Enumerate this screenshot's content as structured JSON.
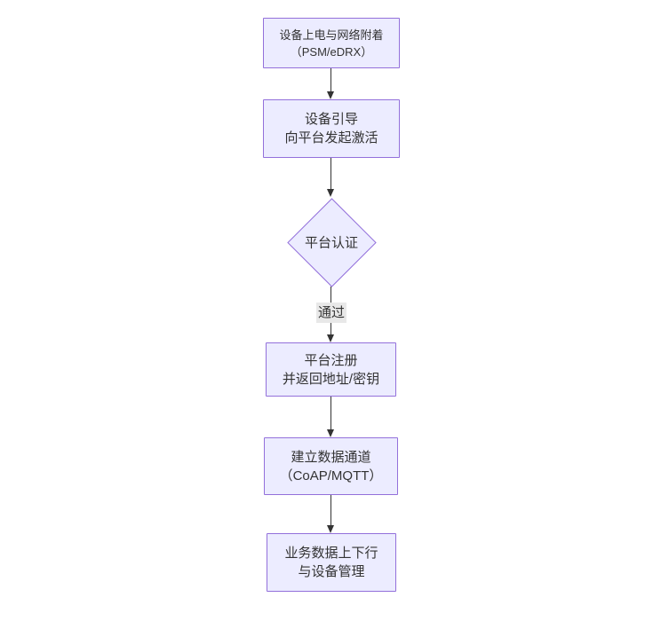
{
  "diagram": {
    "type": "flowchart",
    "direction": "top-down",
    "colors": {
      "background": "#ffffff",
      "node_fill": "#ECECFF",
      "node_border": "#9370DB",
      "arrow": "#333333",
      "text": "#333333",
      "edge_label_bg": "#e8e8e8"
    },
    "nodes": [
      {
        "id": "n1",
        "shape": "rect",
        "lines": [
          "设备上电与网络附着",
          "（PSM/eDRX）"
        ]
      },
      {
        "id": "n2",
        "shape": "rect",
        "lines": [
          "设备引导",
          "向平台发起激活"
        ]
      },
      {
        "id": "n3",
        "shape": "diamond",
        "lines": [
          "平台认证"
        ]
      },
      {
        "id": "n4",
        "shape": "rect",
        "lines": [
          "平台注册",
          "并返回地址/密钥"
        ]
      },
      {
        "id": "n5",
        "shape": "rect",
        "lines": [
          "建立数据通道",
          "（CoAP/MQTT）"
        ]
      },
      {
        "id": "n6",
        "shape": "rect",
        "lines": [
          "业务数据上下行",
          "与设备管理"
        ]
      }
    ],
    "edges": [
      {
        "from": "n1",
        "to": "n2",
        "label": ""
      },
      {
        "from": "n2",
        "to": "n3",
        "label": ""
      },
      {
        "from": "n3",
        "to": "n4",
        "label": "通过"
      },
      {
        "from": "n4",
        "to": "n5",
        "label": ""
      },
      {
        "from": "n5",
        "to": "n6",
        "label": ""
      }
    ]
  }
}
